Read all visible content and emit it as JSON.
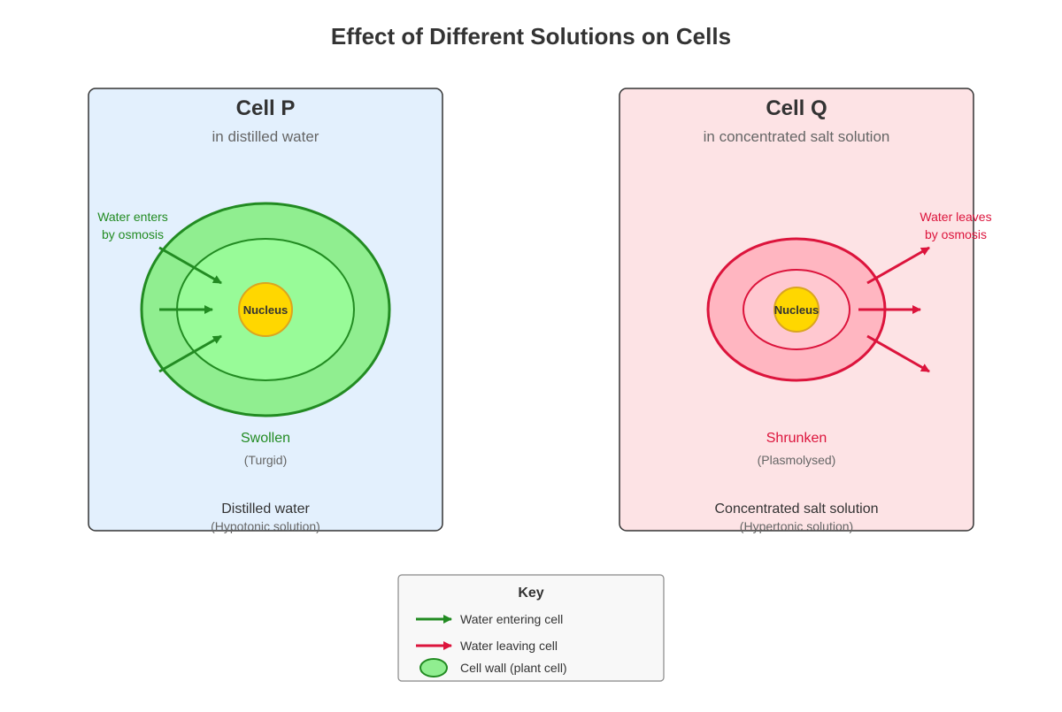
{
  "title": "Effect of Different Solutions on Cells",
  "colors": {
    "cell_p_panel_bg": "#e3f0fd",
    "cell_q_panel_bg": "#fde3e5",
    "panel_border": "#333333",
    "green_wall_fill": "#90ee90",
    "green_inner_fill": "#98fb98",
    "green_stroke": "#228b22",
    "pink_wall_fill": "#ffb6c1",
    "pink_inner_fill": "#ffc8d0",
    "red_stroke": "#dc143c",
    "nucleus_fill": "#ffd700",
    "nucleus_stroke": "#daa520",
    "key_bg": "#f8f8f8",
    "key_border": "#888888",
    "text_dark": "#333333",
    "text_gray": "#666666"
  },
  "cell_p": {
    "title": "Cell P",
    "subtitle": "in distilled water",
    "nucleus_label": "Nucleus",
    "arrow_label_line1": "Water enters",
    "arrow_label_line2": "by osmosis",
    "arrow_icon": "arrow-right-icon",
    "state": "Swollen",
    "state_detail": "(Turgid)",
    "solution": "Distilled water",
    "solution_type": "(Hypotonic solution)"
  },
  "cell_q": {
    "title": "Cell Q",
    "subtitle": "in concentrated salt solution",
    "nucleus_label": "Nucleus",
    "arrow_label_line1": "Water leaves",
    "arrow_label_line2": "by osmosis",
    "arrow_icon": "arrow-right-icon",
    "state": "Shrunken",
    "state_detail": "(Plasmolysed)",
    "solution": "Concentrated salt solution",
    "solution_type": "(Hypertonic solution)"
  },
  "key": {
    "title": "Key",
    "items": [
      {
        "label": "Water entering cell",
        "icon": "green-arrow-icon"
      },
      {
        "label": "Water leaving cell",
        "icon": "red-arrow-icon"
      },
      {
        "label": "Cell wall (plant cell)",
        "icon": "cell-wall-swatch-icon"
      }
    ]
  }
}
